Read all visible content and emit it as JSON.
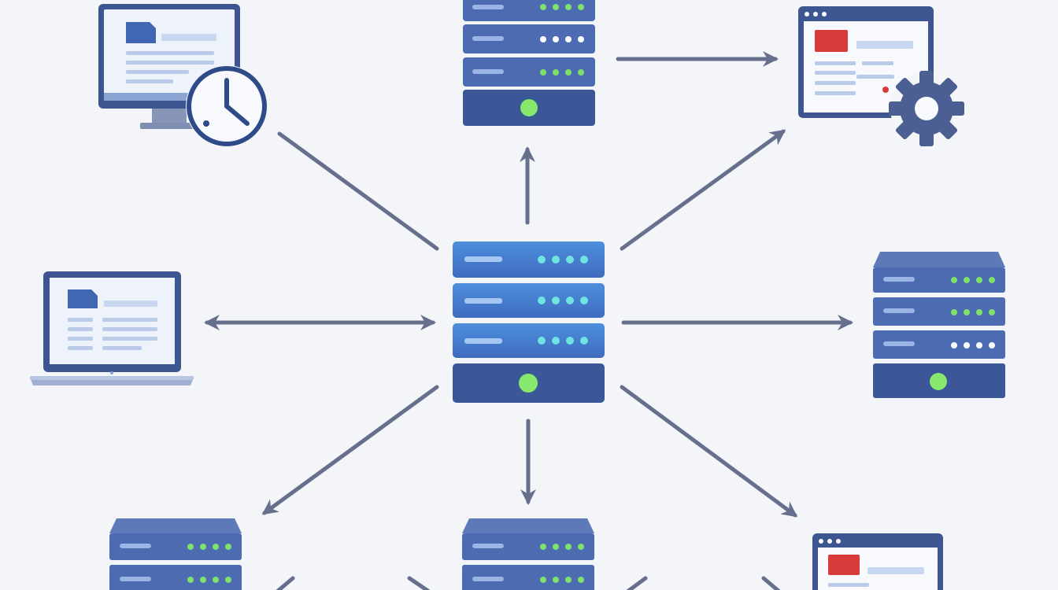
{
  "diagram": {
    "kind": "network-topology",
    "hub": {
      "type": "server",
      "icon": "central-server-icon"
    },
    "nodes": [
      {
        "id": "desktop-clock",
        "type": "desktop-monitor",
        "icon": "desktop-monitor-icon",
        "badge": "clock-icon"
      },
      {
        "id": "server-top",
        "type": "server",
        "icon": "server-rack-icon"
      },
      {
        "id": "window-settings",
        "type": "browser-window",
        "icon": "browser-window-icon",
        "badge": "gear-icon"
      },
      {
        "id": "laptop",
        "type": "laptop",
        "icon": "laptop-icon"
      },
      {
        "id": "server-right",
        "type": "server",
        "icon": "server-rack-icon"
      },
      {
        "id": "server-bottom-left",
        "type": "server",
        "icon": "server-rack-icon"
      },
      {
        "id": "server-bottom",
        "type": "server",
        "icon": "server-rack-icon"
      },
      {
        "id": "window-bottom-right",
        "type": "browser-window",
        "icon": "browser-window-icon"
      }
    ],
    "connections": [
      {
        "from": "desktop-clock",
        "to": "hub",
        "arrow": "none"
      },
      {
        "from": "hub",
        "to": "server-top",
        "arrow": "end"
      },
      {
        "from": "server-top",
        "to": "window-settings",
        "arrow": "end"
      },
      {
        "from": "hub",
        "to": "window-settings",
        "arrow": "end"
      },
      {
        "from": "laptop",
        "to": "hub",
        "arrow": "both"
      },
      {
        "from": "hub",
        "to": "server-right",
        "arrow": "end"
      },
      {
        "from": "hub",
        "to": "server-bottom-left",
        "arrow": "end"
      },
      {
        "from": "hub",
        "to": "server-bottom",
        "arrow": "end"
      },
      {
        "from": "hub",
        "to": "window-bottom-right",
        "arrow": "end"
      }
    ]
  },
  "colors": {
    "background": "#f3f5f8",
    "server_body": "#4c6bb0",
    "server_body_dark": "#3b5798",
    "server_hub_light": "#4d8fdc",
    "status_led": "#7fe06a",
    "power_led": "#86e86d",
    "arrow": "#66708c",
    "window_frame": "#3d5590",
    "window_bg": "#eef2fa",
    "doc_accent": "#4267b2",
    "alert_red": "#d83a3a",
    "placeholder_line": "#b9cbe8"
  }
}
